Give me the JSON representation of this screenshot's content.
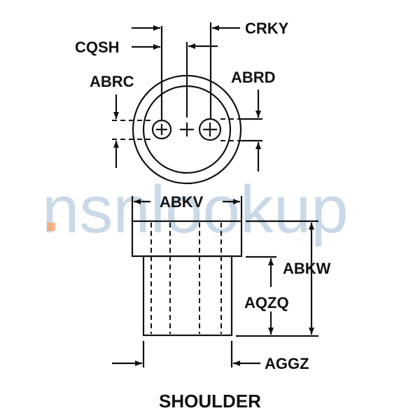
{
  "diagram": {
    "title": "SHOULDER",
    "labels": {
      "cqsh": "CQSH",
      "crky": "CRKY",
      "abrc": "ABRC",
      "abrd": "ABRD",
      "abkv": "ABKV",
      "abkw": "ABKW",
      "aqzq": "AQZQ",
      "aggz": "AGGZ"
    },
    "watermark": "nsnlookup",
    "colors": {
      "line": "#111111",
      "watermark": "#b9cde0",
      "watermark_accent": "#f5a56a"
    }
  }
}
